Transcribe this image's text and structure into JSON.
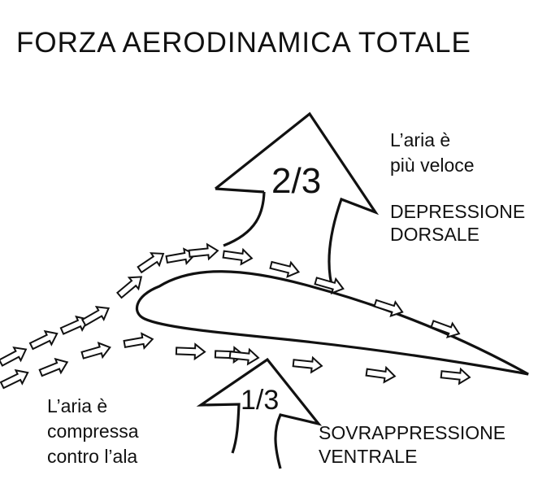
{
  "title": "FORZA AERODINAMICA TOTALE",
  "upper_force": {
    "fraction": "2/3"
  },
  "lower_force": {
    "fraction": "1/3"
  },
  "top_note": {
    "line1": "L’aria è",
    "line2": "più veloce"
  },
  "top_label": {
    "line1": "DEPRESSIONE",
    "line2": "DORSALE"
  },
  "bottom_note": {
    "line1": "L’aria è",
    "line2": "compressa",
    "line3": "contro l’ala"
  },
  "bottom_label": {
    "line1": "SOVRAPPRESSIONE",
    "line2": "VENTRALE"
  }
}
